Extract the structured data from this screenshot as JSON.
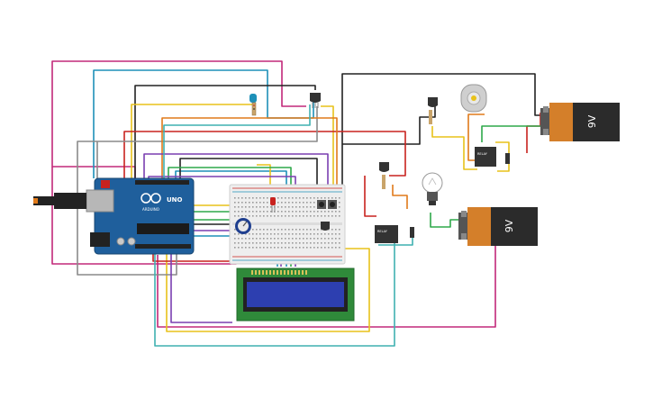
{
  "arduino": {
    "brand_label": "ARDUINO",
    "model_label": "UNO"
  },
  "battery_top": {
    "label": "9V"
  },
  "battery_bottom": {
    "label": "9V"
  },
  "relay_top": {
    "label": "RELAY"
  },
  "relay_bottom": {
    "label": "RELAY"
  },
  "colors": {
    "arduino": "#1f5f9c",
    "battery_body": "#d47f2a",
    "battery_cap": "#2b2b2b",
    "lcd_pcb": "#2f8a3a",
    "lcd_screen": "#2d3fb0",
    "wire_magenta": "#c2287a",
    "wire_blue": "#1e90b8",
    "wire_black": "#222222",
    "wire_yellow": "#e8c21a",
    "wire_red": "#c8221e",
    "wire_green": "#2fa84a",
    "wire_gray": "#8a8a8a",
    "wire_orange": "#e07a1a",
    "wire_purple": "#7a3fb0",
    "wire_teal": "#3fb0b0"
  }
}
